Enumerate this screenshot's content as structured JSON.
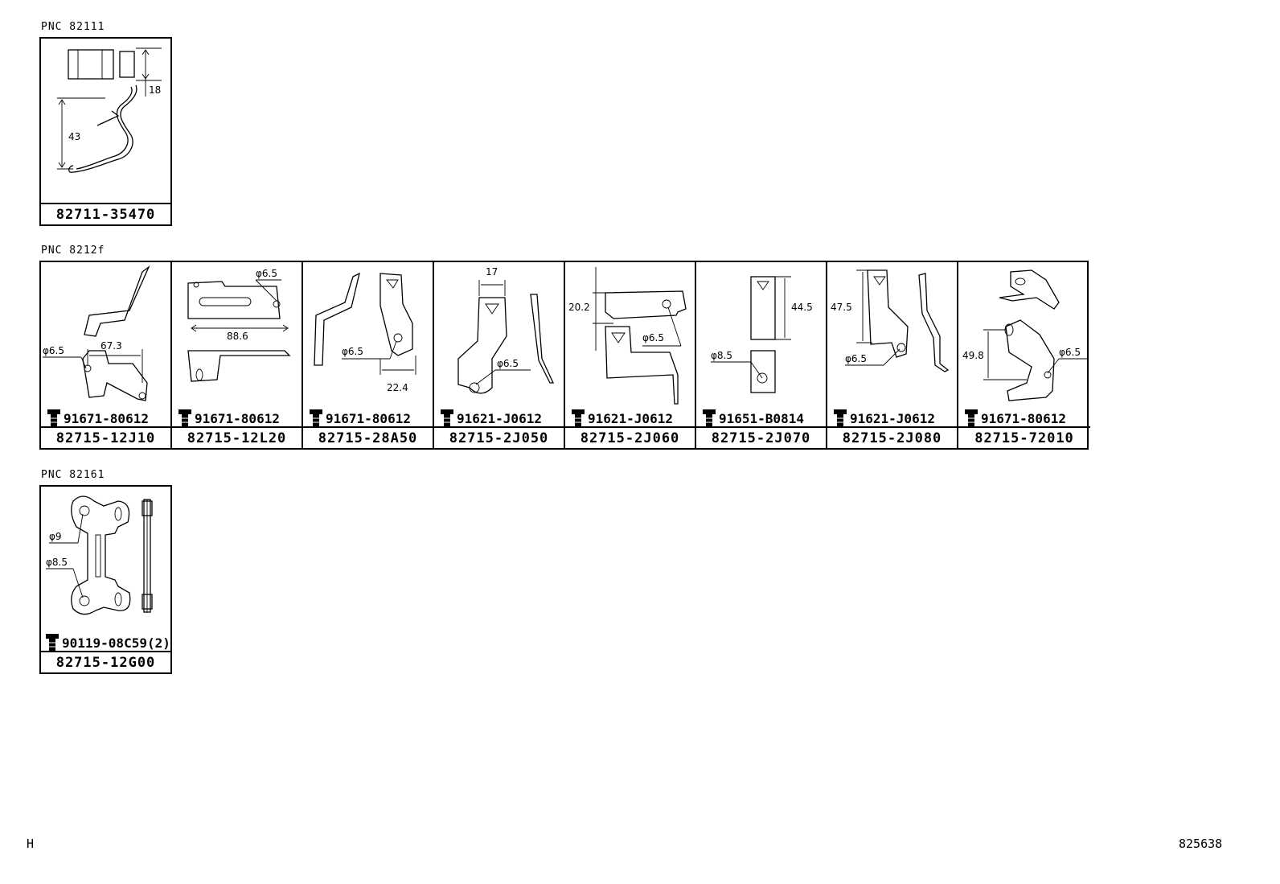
{
  "sections": [
    {
      "pnc": "PNC 82111",
      "parts": [
        {
          "part_no": "82711-35470",
          "bolt": "",
          "dims": [
            "18",
            "43"
          ]
        }
      ]
    },
    {
      "pnc": "PNC 8212f",
      "parts": [
        {
          "part_no": "82715-12J10",
          "bolt": "91671-80612",
          "dims": [
            "φ6.5",
            "67.3"
          ]
        },
        {
          "part_no": "82715-12L20",
          "bolt": "91671-80612",
          "dims": [
            "φ6.5",
            "88.6"
          ]
        },
        {
          "part_no": "82715-28A50",
          "bolt": "91671-80612",
          "dims": [
            "φ6.5",
            "22.4"
          ]
        },
        {
          "part_no": "82715-2J050",
          "bolt": "91621-J0612",
          "dims": [
            "17",
            "φ6.5"
          ]
        },
        {
          "part_no": "82715-2J060",
          "bolt": "91621-J0612",
          "dims": [
            "20.2",
            "φ6.5"
          ]
        },
        {
          "part_no": "82715-2J070",
          "bolt": "91651-B0814",
          "dims": [
            "44.5",
            "φ8.5"
          ]
        },
        {
          "part_no": "82715-2J080",
          "bolt": "91621-J0612",
          "dims": [
            "47.5",
            "φ6.5"
          ]
        },
        {
          "part_no": "82715-72010",
          "bolt": "91671-80612",
          "dims": [
            "49.8",
            "φ6.5"
          ]
        }
      ]
    },
    {
      "pnc": "PNC 82161",
      "parts": [
        {
          "part_no": "82715-12G00",
          "bolt": "90119-08C59(2)",
          "dims": [
            "φ9",
            "φ8.5"
          ]
        }
      ]
    }
  ],
  "footer": {
    "left": "H",
    "right": "825638"
  }
}
